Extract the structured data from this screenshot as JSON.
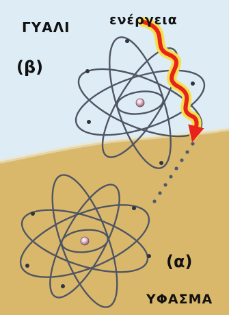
{
  "labels": {
    "glass": "ΓΥΑΛΙ",
    "beta": "(β)",
    "energy": "ενέργεια",
    "alpha": "(α)",
    "fabric": "ΥΦΑΣΜΑ"
  },
  "colors": {
    "glass_region": "#dde9f3",
    "fabric_region": "#d9b86c",
    "orbit": "#4f5563",
    "nucleus": "#c8a0b0",
    "energy_arrow": "#e8231b",
    "energy_glow": "#f5e04a"
  }
}
